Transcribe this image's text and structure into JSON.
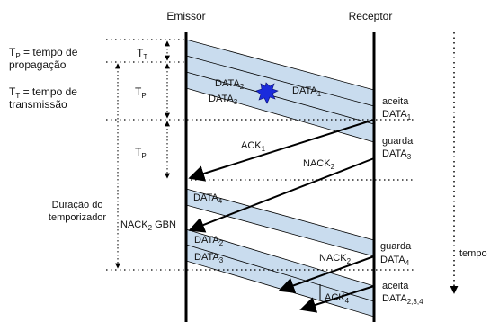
{
  "headers": {
    "sender": "Emissor",
    "receiver": "Receptor"
  },
  "legend": {
    "tp_sym": "T",
    "tp_sub": "P",
    "tp_text": " = tempo de",
    "tp_text2": "propagação",
    "tt_sym": "T",
    "tt_sub": "T",
    "tt_text": " = tempo de",
    "tt_text2": "transmissão"
  },
  "intervals": {
    "tt_sym": "T",
    "tt_sub": "T",
    "tp1_sym": "T",
    "tp1_sub": "P",
    "tp2_sym": "T",
    "tp2_sub": "P",
    "timer_line1": "Duração do",
    "timer_line2": "temporizador"
  },
  "packets": {
    "data1": {
      "base": "DATA",
      "sub": "1"
    },
    "data2": {
      "base": "DATA",
      "sub": "2"
    },
    "data3": {
      "base": "DATA",
      "sub": "3"
    },
    "data4": {
      "base": "DATA",
      "sub": "4"
    },
    "data2b": {
      "base": "DATA",
      "sub": "2"
    },
    "data3b": {
      "base": "DATA",
      "sub": "3"
    }
  },
  "acks": {
    "ack1": {
      "base": "ACK",
      "sub": "1"
    },
    "nack2": {
      "base": "NACK",
      "sub": "2"
    },
    "nack2b": {
      "base": "NACK",
      "sub": "2"
    },
    "ack4": {
      "base": "ACK",
      "sub": "4"
    }
  },
  "sender_note": {
    "base": "NACK",
    "sub": "2",
    "rest": " GBN"
  },
  "receiver_events": {
    "ev1_line1": "aceita",
    "ev1_base": "DATA",
    "ev1_sub": "1",
    "ev2_line1": "guarda",
    "ev2_base": "DATA",
    "ev2_sub": "3",
    "ev3_line1": "guarda",
    "ev3_base": "DATA",
    "ev3_sub": "4",
    "ev4_line1": "aceita",
    "ev4_base": "DATA",
    "ev4_sub": "2,3,4"
  },
  "time_axis": {
    "label": "tempo"
  },
  "colors": {
    "band": "#c9dcee",
    "loss_marker": "#1a2bdc",
    "line": "#000000"
  }
}
